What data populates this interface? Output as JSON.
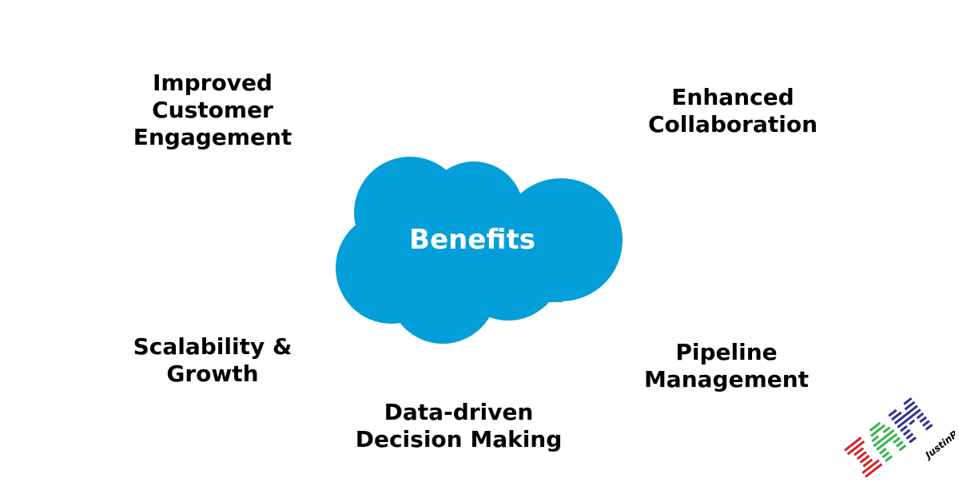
{
  "center": {
    "label": "Benefits",
    "color": "#049fd9"
  },
  "benefits": {
    "top_left": [
      "Improved",
      "Customer",
      "Engagement"
    ],
    "top_right": [
      "Enhanced",
      "Collaboration"
    ],
    "middle_left": [
      "Scalability &",
      "Growth"
    ],
    "middle_right": [
      "Pipeline",
      "Management"
    ],
    "bottom_center": [
      "Data-driven",
      "Decision Making"
    ]
  },
  "logo": {
    "signature": "JustinPeña",
    "colors": [
      "#d4212a",
      "#36b54a",
      "#2e3192"
    ]
  }
}
